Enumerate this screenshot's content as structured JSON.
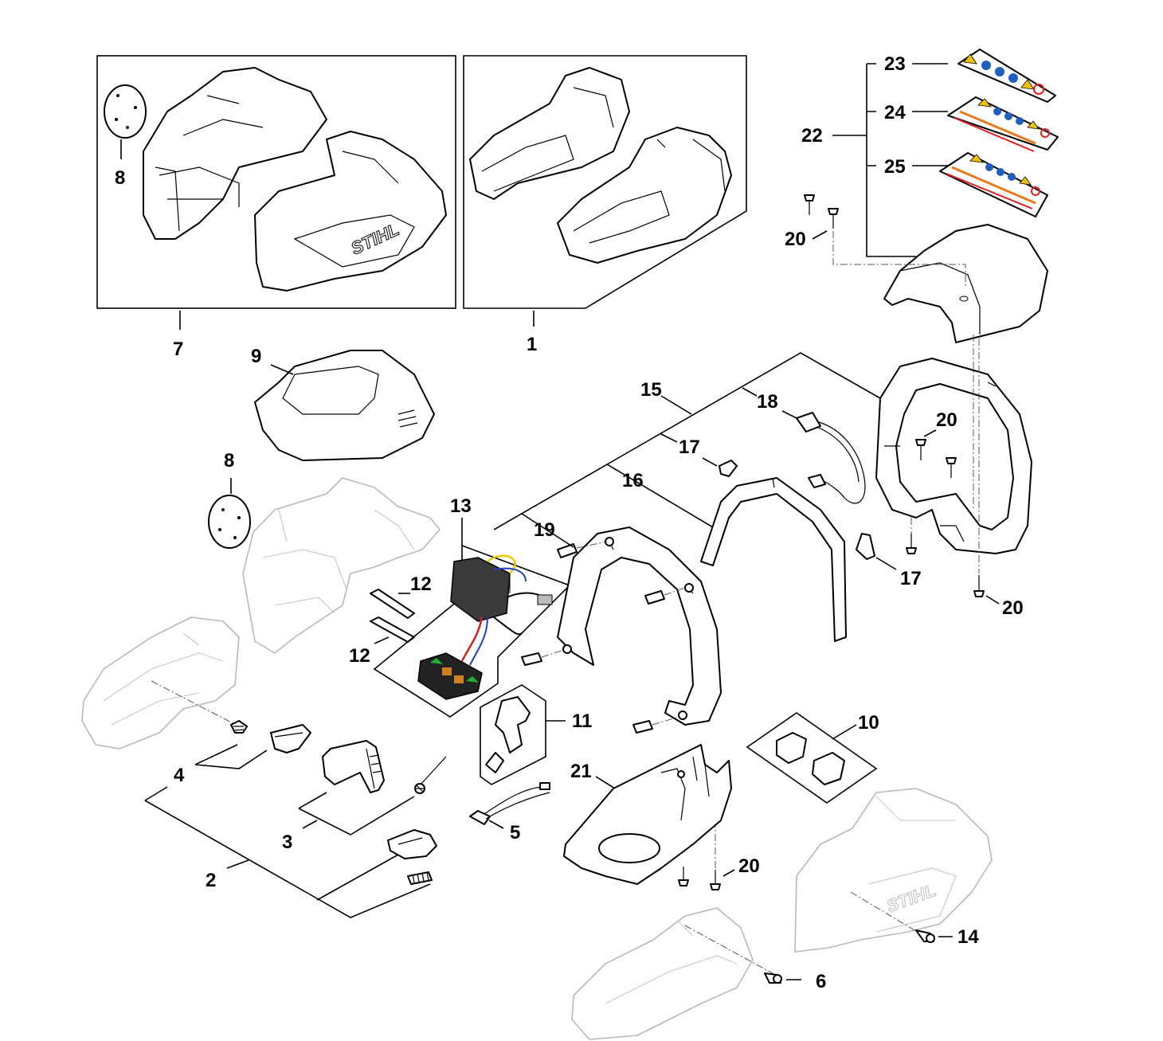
{
  "callouts": {
    "c1": "1",
    "c2": "2",
    "c3": "3",
    "c4": "4",
    "c5": "5",
    "c6": "6",
    "c7": "7",
    "c8a": "8",
    "c8b": "8",
    "c9": "9",
    "c10": "10",
    "c11": "11",
    "c12a": "12",
    "c12b": "12",
    "c13": "13",
    "c14": "14",
    "c15": "15",
    "c16": "16",
    "c17a": "17",
    "c17b": "17",
    "c18": "18",
    "c19": "19",
    "c20a": "20",
    "c20b": "20",
    "c20c": "20",
    "c20d": "20",
    "c21": "21",
    "c22": "22",
    "c23": "23",
    "c24": "24",
    "c25": "25"
  },
  "brand": {
    "logo_text": "STIHL"
  },
  "colors": {
    "line": "#000000",
    "ghost_line": "#b9b9b9",
    "warning_yellow": "#f2c200",
    "info_blue": "#1f5fbf",
    "danger_red": "#e02020",
    "stripe_orange": "#e87a1e",
    "board_dark": "#3a3a3a",
    "wire_red": "#d02020",
    "wire_yellow": "#e8c800",
    "wire_blue": "#2040c0",
    "led_green": "#20b030"
  }
}
